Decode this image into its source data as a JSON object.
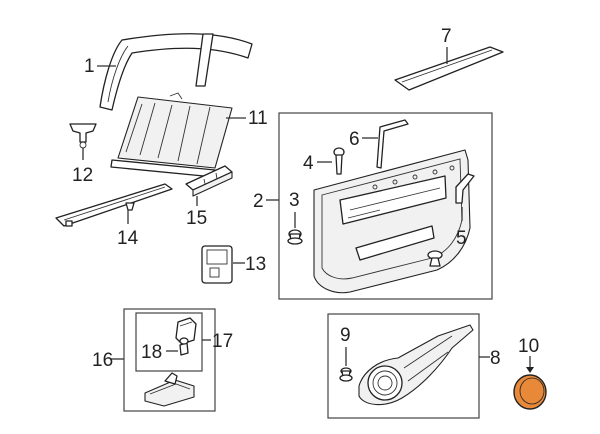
{
  "colors": {
    "line": "#222222",
    "background": "#ffffff",
    "highlight_fill": "#e8893a",
    "highlight_stroke": "#222222"
  },
  "callouts": {
    "p1": "1",
    "p2": "2",
    "p3": "3",
    "p4": "4",
    "p5": "5",
    "p6": "6",
    "p7": "7",
    "p8": "8",
    "p9": "9",
    "p10": "10",
    "p11": "11",
    "p12": "12",
    "p13": "13",
    "p14": "14",
    "p15": "15",
    "p16": "16",
    "p17": "17",
    "p18": "18"
  },
  "highlighted_part": "10"
}
